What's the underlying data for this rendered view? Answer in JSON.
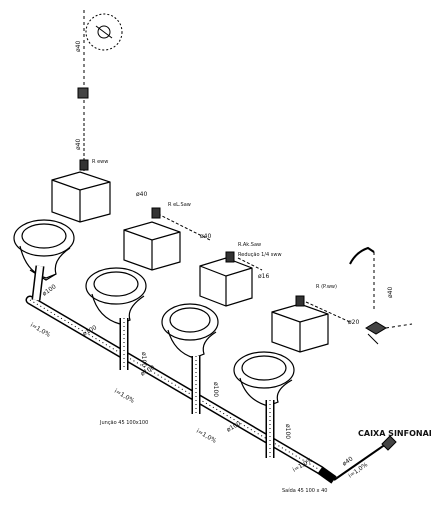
{
  "labels": {
    "wc1_vent_dim": "ø40",
    "wc1_supply_dim": "ø40",
    "wc1_valve": "R eww",
    "wc2_valve": "R eL.Saw",
    "wc2_supply_dim": "ø40",
    "wc2_flush_dim": "ø40",
    "wc3_valve": "R.Ak.Saw",
    "wc3_reduction": "Redução 1/4 sww",
    "wc3_cold": "ø16",
    "wc4_valve": "R (P.ww)",
    "wc4_cold": "ø20",
    "side_dim": "ø40",
    "wc1_drain": "ø100",
    "wc1_slope": "i=1,0%",
    "wc2_branch": "ø100",
    "wc2_drain": "ø100",
    "wc2_slope": "i=1,0%",
    "wc3_branch": "ø100",
    "wc3_drain": "ø100",
    "wc3_slope": "i=1,0%",
    "wc4_branch": "ø100",
    "main_slope": "i=1,0%",
    "main_dim": "ø100",
    "junction_note": "Junção 45 100x100",
    "outlet_note": "Saída 45 100 x 40",
    "caixa": "CAIXA SINFONAI",
    "caixa_dim": "ø40",
    "caixa_slope": "i=1,0%"
  }
}
